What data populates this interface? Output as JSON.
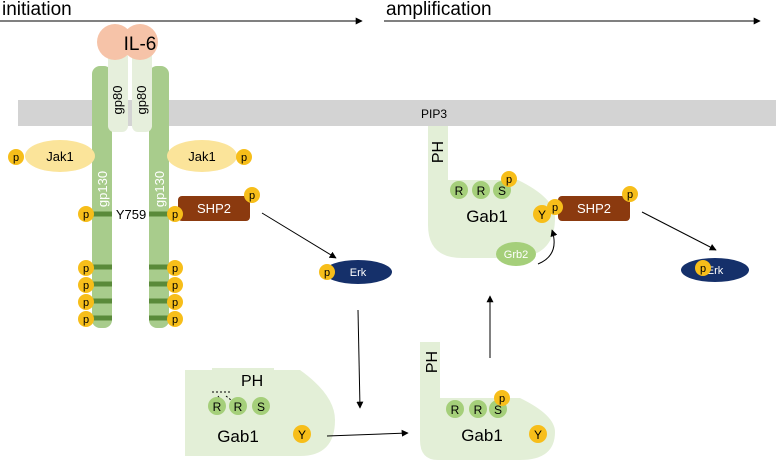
{
  "phases": {
    "initiation": "initiation",
    "amplification": "amplification"
  },
  "ligand": "IL-6",
  "receptor": {
    "alpha": "gp80",
    "beta": "gp130",
    "tyrosine": "Y759"
  },
  "kinase": "Jak1",
  "phosphatase": "SHP2",
  "mapk": "Erk",
  "lipid": "PIP3",
  "adaptor": {
    "name": "Gab1",
    "ph": "PH",
    "r": "R",
    "s": "S",
    "y": "Y",
    "partner": "Grb2"
  },
  "phospho": "p",
  "colors": {
    "membrane": "#d3d3d3",
    "receptor": "#a8cc8c",
    "receptor_dark": "#5a8a3a",
    "gp80": "#e6efdc",
    "il6": "#f6c3a8",
    "jak": "#fbe49a",
    "shp2": "#8b3a0f",
    "erk": "#15306a",
    "gab1": "#e3efd7",
    "grb2": "#a5cf7a",
    "phospho": "#f7be1a"
  }
}
